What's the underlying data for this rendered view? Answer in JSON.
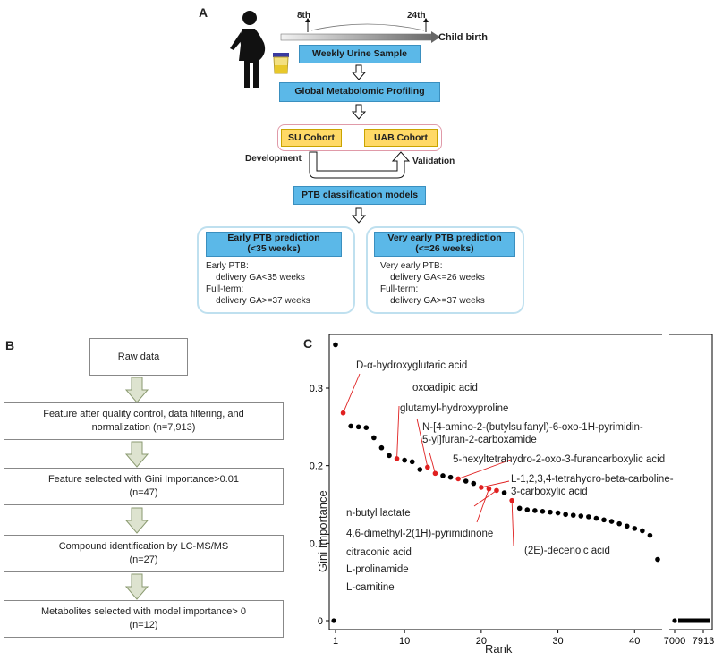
{
  "panel_a": {
    "letter": "A",
    "week_8": "8th",
    "week_24": "24th",
    "child_birth": "Child birth",
    "weekly_urine": "Weekly Urine Sample",
    "global_profiling": "Global Metabolomic Profiling",
    "su_cohort": "SU Cohort",
    "uab_cohort": "UAB Cohort",
    "development": "Development",
    "validation": "Validation",
    "ptb_models": "PTB classification models",
    "early_title": "Early PTB prediction\n(<35 weeks)",
    "early_lines": [
      "Early PTB:",
      "    delivery GA<35 weeks",
      "Full-term:",
      "    delivery GA>=37 weeks"
    ],
    "very_early_title": "Very early PTB prediction\n(<=26 weeks)",
    "very_early_lines": [
      "Very early PTB:",
      "    delivery GA<=26 weeks",
      "Full-term:",
      "    delivery GA>=37 weeks"
    ],
    "colors": {
      "blue": "#5bb8e8",
      "yellow": "#ffd966",
      "pink": "#e09aa8"
    }
  },
  "panel_b": {
    "letter": "B",
    "steps": [
      "Raw data",
      "Feature after quality control, data filtering, and\nnormalization (n=7,913)",
      "Feature selected with Gini Importance>0.01\n(n=47)",
      "Compound identification by LC-MS/MS\n(n=27)",
      "Metabolites selected with model importance> 0\n(n=12)"
    ]
  },
  "panel_c": {
    "letter": "C",
    "chart_data": {
      "type": "scatter",
      "xlabel": "Rank",
      "ylabel": "Gini Importance",
      "x_ticks": [
        "1",
        "10",
        "20",
        "30",
        "40",
        "7000",
        "7913"
      ],
      "y_ticks": [
        "0",
        "0.1",
        "0.2",
        "0.3"
      ],
      "ylim": [
        0,
        0.36
      ],
      "points": [
        {
          "rank": 1,
          "v": 0.356,
          "h": false
        },
        {
          "rank": 2,
          "v": 0.268,
          "h": true
        },
        {
          "rank": 3,
          "v": 0.251,
          "h": false
        },
        {
          "rank": 4,
          "v": 0.25,
          "h": false
        },
        {
          "rank": 5,
          "v": 0.249,
          "h": false
        },
        {
          "rank": 6,
          "v": 0.236,
          "h": false
        },
        {
          "rank": 7,
          "v": 0.223,
          "h": false
        },
        {
          "rank": 8,
          "v": 0.213,
          "h": false
        },
        {
          "rank": 9,
          "v": 0.209,
          "h": true
        },
        {
          "rank": 10,
          "v": 0.207,
          "h": false
        },
        {
          "rank": 11,
          "v": 0.205,
          "h": false
        },
        {
          "rank": 12,
          "v": 0.195,
          "h": false
        },
        {
          "rank": 13,
          "v": 0.198,
          "h": true
        },
        {
          "rank": 14,
          "v": 0.19,
          "h": true
        },
        {
          "rank": 15,
          "v": 0.187,
          "h": false
        },
        {
          "rank": 16,
          "v": 0.185,
          "h": false
        },
        {
          "rank": 17,
          "v": 0.183,
          "h": true
        },
        {
          "rank": 18,
          "v": 0.18,
          "h": false
        },
        {
          "rank": 19,
          "v": 0.177,
          "h": false
        },
        {
          "rank": 20,
          "v": 0.172,
          "h": true
        },
        {
          "rank": 21,
          "v": 0.17,
          "h": true
        },
        {
          "rank": 22,
          "v": 0.168,
          "h": true
        },
        {
          "rank": 23,
          "v": 0.165,
          "h": false
        },
        {
          "rank": 24,
          "v": 0.155,
          "h": true
        },
        {
          "rank": 25,
          "v": 0.145,
          "h": false
        },
        {
          "rank": 26,
          "v": 0.143,
          "h": false
        },
        {
          "rank": 27,
          "v": 0.142,
          "h": false
        },
        {
          "rank": 28,
          "v": 0.141,
          "h": false
        },
        {
          "rank": 29,
          "v": 0.14,
          "h": false
        },
        {
          "rank": 30,
          "v": 0.139,
          "h": false
        },
        {
          "rank": 31,
          "v": 0.137,
          "h": false
        },
        {
          "rank": 32,
          "v": 0.136,
          "h": false
        },
        {
          "rank": 33,
          "v": 0.135,
          "h": false
        },
        {
          "rank": 34,
          "v": 0.134,
          "h": false
        },
        {
          "rank": 35,
          "v": 0.132,
          "h": false
        },
        {
          "rank": 36,
          "v": 0.13,
          "h": false
        },
        {
          "rank": 37,
          "v": 0.128,
          "h": false
        },
        {
          "rank": 38,
          "v": 0.125,
          "h": false
        },
        {
          "rank": 39,
          "v": 0.122,
          "h": false
        },
        {
          "rank": 40,
          "v": 0.119,
          "h": false
        },
        {
          "rank": 41,
          "v": 0.116,
          "h": false
        },
        {
          "rank": 42,
          "v": 0.11,
          "h": false
        },
        {
          "rank": 43,
          "v": 0.079,
          "h": false
        }
      ],
      "tail": {
        "from_rank": 7000,
        "to_rank": 7913,
        "v": 0.0
      },
      "highlight_color": "#e02020",
      "point_color": "#000000",
      "annotations": [
        "D-α-hydroxyglutaric acid",
        "oxoadipic acid",
        "glutamyl-hydroxyproline",
        "N-[4-amino-2-(butylsulfanyl)-6-oxo-1H-pyrimidin-\n5-yl]furan-2-carboxamide",
        "5-hexyltetrahydro-2-oxo-3-furancarboxylic acid",
        "L-1,2,3,4-tetrahydro-beta-carboline-\n3-carboxylic acid",
        "n-butyl lactate",
        "4,6-dimethyl-2(1H)-pyrimidinone",
        "(2E)-decenoic acid",
        "citraconic acid",
        "L-prolinamide",
        "L-carnitine"
      ]
    }
  }
}
